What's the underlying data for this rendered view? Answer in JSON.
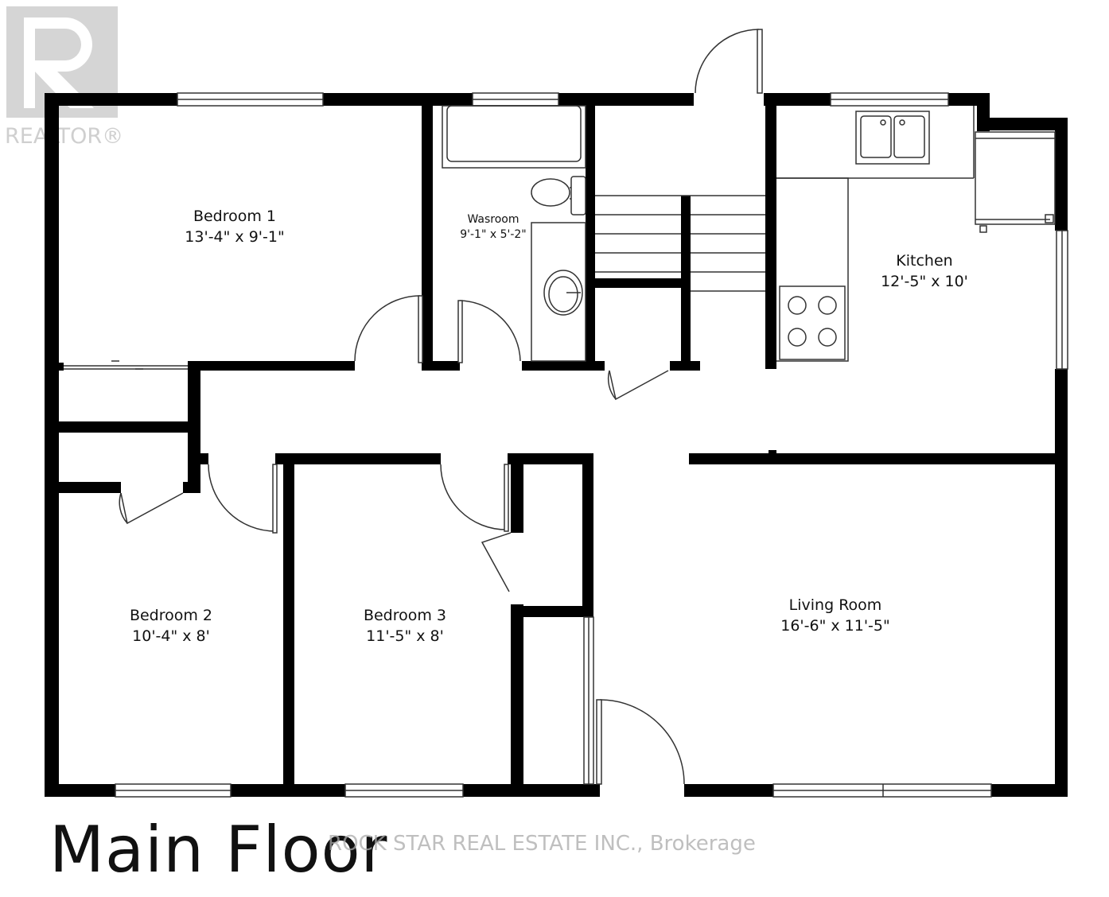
{
  "plan": {
    "title": "Main Floor",
    "watermark": "ROCK STAR REAL ESTATE INC., Brokerage",
    "logo_text": "REALTOR®",
    "colors": {
      "wall": "#000000",
      "line": "#333333",
      "background": "#ffffff",
      "logo": "#d5d5d5"
    },
    "rooms": [
      {
        "name": "Bedroom 1",
        "size": "13'-4\" x 9'-1\""
      },
      {
        "name": "Wasroom",
        "size": "9'-1\" x 5'-2\""
      },
      {
        "name": "Kitchen",
        "size": "12'-5\" x 10'"
      },
      {
        "name": "Bedroom 2",
        "size": "10'-4\" x 8'"
      },
      {
        "name": "Bedroom 3",
        "size": "11'-5\" x 8'"
      },
      {
        "name": "Living Room",
        "size": "16'-6\" x 11'-5\""
      }
    ]
  }
}
